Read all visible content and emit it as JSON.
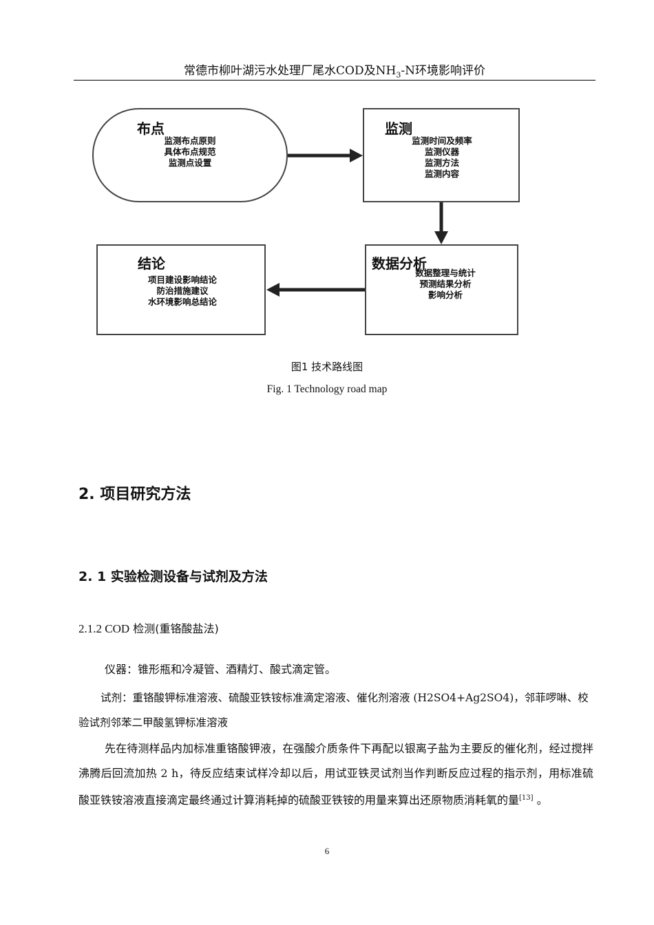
{
  "header": {
    "pre": "常德市柳叶湖污水处理厂尾水COD及NH",
    "sub": "3",
    "post": "-N环境影响评价"
  },
  "diagram": {
    "nodes": [
      {
        "id": "a",
        "title": "布点",
        "items": [
          "监测布点原则",
          "具体布点规范",
          "监测点设置"
        ]
      },
      {
        "id": "b",
        "title": "监测",
        "items": [
          "监测时间及频率",
          "监测仪器",
          "监测方法",
          "监测内容"
        ]
      },
      {
        "id": "c",
        "title": "数据分析",
        "items": [
          "数据整理与统计",
          "预测结果分析",
          "影响分析"
        ]
      },
      {
        "id": "d",
        "title": "结论",
        "items": [
          "项目建设影响结论",
          "防治措施建议",
          "水环境影响总结论"
        ]
      }
    ]
  },
  "caption": {
    "cn": "图1  技术路线图",
    "en": "Fig. 1 Technology road map"
  },
  "section": {
    "h1": "2. 项目研究方法",
    "h2": "2. 1 实验检测设备与试剂及方法",
    "h3_num": "2.1.2 COD",
    "h3_text": "检测(重铬酸盐法)"
  },
  "paragraphs": {
    "p1": "仪器：锥形瓶和冷凝管、酒精灯、酸式滴定管。",
    "p2": "试剂：重铬酸钾标准溶液、硫酸亚铁铵标准滴定溶液、催化剂溶液 (H2SO4+Ag2SO4)，邻菲啰啉、校验试剂邻苯二甲酸氢钾标准溶液",
    "p3_main": "先在待测样品内加标准重铬酸钾液，在强酸介质条件下再配以银离子盐为主要反的催化剂，经过搅拌沸腾后回流加热 2 h，待反应结束试样冷却以后，用试亚铁灵试剂当作判断反应过程的指示剂，用标准硫酸亚铁铵溶液直接滴定最终通过计算消耗掉的硫酸亚铁铵的用量来算出还原物质消耗氧的量",
    "p3_ref": "[13]",
    "p3_end": " 。"
  },
  "page_number": "6"
}
